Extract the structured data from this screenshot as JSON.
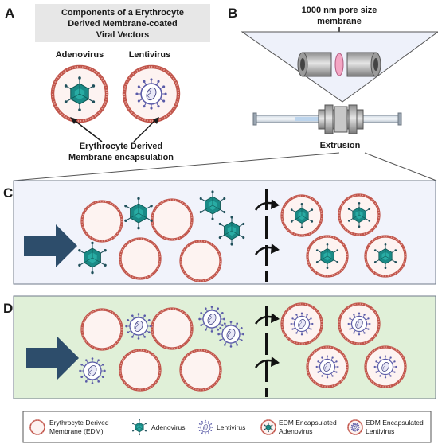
{
  "panel_a": {
    "letter": "A",
    "title_lines": [
      "Components of a Erythrocyte",
      "Derived Membrane-coated",
      "Viral Vectors"
    ],
    "label_adenovirus": "Adenovirus",
    "label_lentivirus": "Lentivirus",
    "caption_lines": [
      "Erythrocyte Derived",
      "Membrane encapsulation"
    ]
  },
  "panel_b": {
    "letter": "B",
    "pore_label_lines": [
      "1000 nm pore size",
      "membrane"
    ],
    "extrusion_label": "Extrusion"
  },
  "panel_c": {
    "letter": "C"
  },
  "panel_d": {
    "letter": "D"
  },
  "legend": {
    "edm_lines": [
      "Erythrocyte Derived",
      "Membrane (EDM)"
    ],
    "adenovirus": "Adenovirus",
    "lentivirus": "Lentivirus",
    "edm_adeno_lines": [
      "EDM Encapsulated",
      "Adenovirus"
    ],
    "edm_lenti_lines": [
      "EDM Encapsulated",
      "Lentivirus"
    ]
  },
  "colors": {
    "membrane": "#c0544a",
    "adenovirus": "#1a8a86",
    "lentivirus": "#5a5ba8",
    "arrow": "#2d4d6b",
    "panel_c_bg": "#f1f3fb",
    "panel_d_bg": "#e0f0d8"
  }
}
